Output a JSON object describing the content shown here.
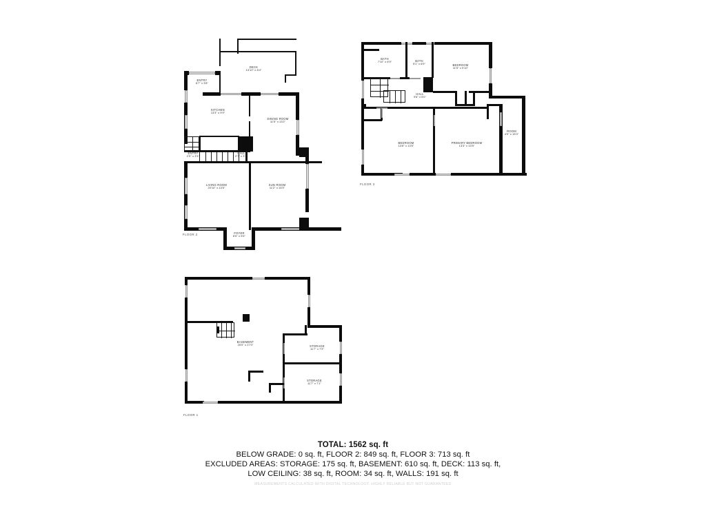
{
  "document": {
    "type": "real-estate-floor-plan",
    "background_color": "#ffffff",
    "wall_color": "#0c0c0c",
    "window_color": "#d8d8d8"
  },
  "floors": [
    {
      "id": "floor-2",
      "tag": "FLOOR 2",
      "rooms": [
        {
          "name": "DECK",
          "dim": "13'10\" x 8'4\""
        },
        {
          "name": "ENTRY",
          "dim": "6'7\" x 3'8\""
        },
        {
          "name": "KITCHEN",
          "dim": "13'3\" x 9'9\""
        },
        {
          "name": "DINING ROOM",
          "dim": "11'5\" x 13'2\""
        },
        {
          "name": "ENTRY",
          "dim": "2'9\" x 3'3\""
        },
        {
          "name": "HALL",
          "dim": "2'7\" x 3'1\""
        },
        {
          "name": "LIVING ROOM",
          "dim": "20'10\" x 13'5\""
        },
        {
          "name": "SUN ROOM",
          "dim": "11'2\" x 15'3\""
        },
        {
          "name": "FOYER",
          "dim": "6'5\" x 5'5\""
        }
      ]
    },
    {
      "id": "floor-3",
      "tag": "FLOOR 3",
      "rooms": [
        {
          "name": "BATH",
          "dim": "7'10\" x 6'9\""
        },
        {
          "name": "BATH",
          "dim": "5'1\" x 6'9\""
        },
        {
          "name": "BEDROOM",
          "dim": "11'5\" x 9'10\""
        },
        {
          "name": "HALL",
          "dim": "9'6\" x 6'0\""
        },
        {
          "name": "BEDROOM",
          "dim": "13'8\" x 13'5\""
        },
        {
          "name": "PRIMARY BEDROOM",
          "dim": "13'3\" x 13'5\""
        },
        {
          "name": "ROOM",
          "dim": "4'9\" x 15'3\""
        }
      ]
    },
    {
      "id": "floor-1",
      "tag": "FLOOR 1",
      "rooms": [
        {
          "name": "BASEMENT",
          "dim": "25'0\" x 27'0\""
        },
        {
          "name": "STORAGE",
          "dim": "11'7\" x 7'9\""
        },
        {
          "name": "STORAGE",
          "dim": "11'7\" x 7'1\""
        }
      ]
    }
  ],
  "summary": {
    "total": "TOTAL: 1562 sq. ft",
    "line1": "BELOW GRADE: 0 sq. ft, FLOOR 2: 849 sq. ft, FLOOR 3: 713 sq. ft",
    "line2": "EXCLUDED AREAS: STORAGE: 175 sq. ft, BASEMENT: 610 sq. ft, DECK: 113 sq. ft,",
    "line3": "LOW CEILING: 38 sq. ft, ROOM: 34 sq. ft, WALLS: 191 sq. ft",
    "disclaimer": "MEASUREMENTS CALCULATED WITH DIGITAL TECHNOLOGY. HIGHLY RELIABLE BUT NOT GUARANTEED"
  }
}
